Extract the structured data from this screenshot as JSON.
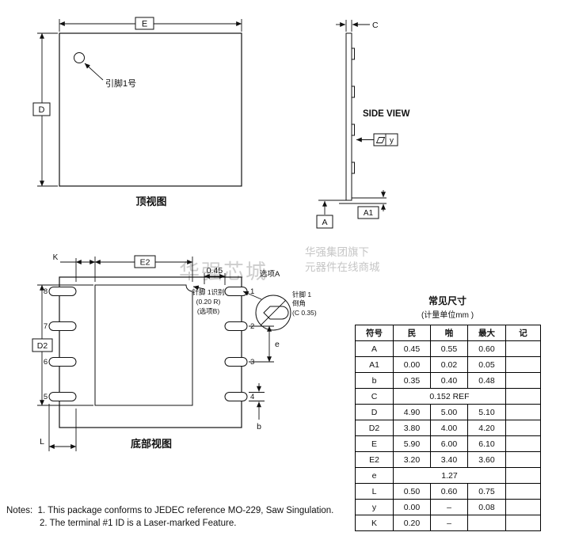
{
  "colors": {
    "line": "#111111",
    "watermark_gray": "#cdcdcd"
  },
  "watermark": {
    "brand": "华强芯城",
    "tagline_line1": "华强集团旗下",
    "tagline_line2": "元器件在线商城"
  },
  "top_view": {
    "title": "顶视图",
    "dim_e": "E",
    "dim_d": "D",
    "pin1_label": "引脚1号"
  },
  "side_view": {
    "title": "SIDE VIEW",
    "dim_c": "C",
    "dim_a": "A",
    "dim_a1": "A1",
    "flatness_label": "y"
  },
  "bottom_view": {
    "title": "底部视图",
    "dim_k": "K",
    "dim_e2": "E2",
    "dim_d2": "D2",
    "dim_pitch": "e",
    "dim_b": "b",
    "dim_l": "L",
    "dim_chamfer_width": "0.45",
    "option_a_label": "选项A",
    "pin1_id_line1": "针脚 1识别",
    "pin1_id_line2": "(0.20 R)",
    "pin1_id_line3": "(选项B)",
    "chamfer_note_line1": "针脚 1",
    "chamfer_note_line2": "倒角",
    "chamfer_note_line3": "(C 0.35)",
    "left_pin_numbers": [
      "8",
      "7",
      "6",
      "5"
    ],
    "right_pin_numbers": [
      "1",
      "2",
      "3",
      "4"
    ]
  },
  "dimension_table": {
    "title": "常见尺寸",
    "subtitle": "(计量单位mm )",
    "headers": [
      "符号",
      "民",
      "啪",
      "最大",
      "记"
    ],
    "rows": [
      {
        "sym": "A",
        "min": "0.45",
        "nom": "0.55",
        "max": "0.60",
        "note": ""
      },
      {
        "sym": "A1",
        "min": "0.00",
        "nom": "0.02",
        "max": "0.05",
        "note": ""
      },
      {
        "sym": "b",
        "min": "0.35",
        "nom": "0.40",
        "max": "0.48",
        "note": ""
      },
      {
        "sym": "C",
        "merged": "0.152 REF",
        "note": ""
      },
      {
        "sym": "D",
        "min": "4.90",
        "nom": "5.00",
        "max": "5.10",
        "note": ""
      },
      {
        "sym": "D2",
        "min": "3.80",
        "nom": "4.00",
        "max": "4.20",
        "note": ""
      },
      {
        "sym": "E",
        "min": "5.90",
        "nom": "6.00",
        "max": "6.10",
        "note": ""
      },
      {
        "sym": "E2",
        "min": "3.20",
        "nom": "3.40",
        "max": "3.60",
        "note": ""
      },
      {
        "sym": "e",
        "merged": "1.27",
        "note": ""
      },
      {
        "sym": "L",
        "min": "0.50",
        "nom": "0.60",
        "max": "0.75",
        "note": ""
      },
      {
        "sym": "y",
        "min": "0.00",
        "nom": "–",
        "max": "0.08",
        "note": ""
      },
      {
        "sym": "K",
        "min": "0.20",
        "nom": "–",
        "max": "",
        "note": ""
      }
    ]
  },
  "notes": {
    "prefix": "Notes:",
    "item1": "1.  This package conforms to JEDEC reference MO-229, Saw Singulation.",
    "item2": "2.  The terminal #1 ID is a Laser-marked Feature."
  }
}
